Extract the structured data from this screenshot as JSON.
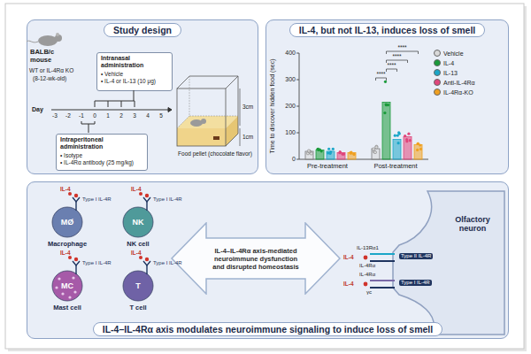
{
  "diagram": {
    "nodes": [
      {
        "text": [
          "Study design"
        ]
      },
      {
        "text": [
          "Intranasal administration",
          "• Vehicle",
          "• IL-4 or IL-13 (10 μg)"
        ],
        "in": 0
      },
      {
        "text": [
          "Intraperitoneal administration",
          "• Isotype",
          "• IL-4Rα antibody (25 mg/kg)"
        ],
        "in": 0
      },
      {
        "text": [
          "IL-4, but not IL-13, induces loss of smell"
        ]
      },
      {
        "text": [
          "IL-4–IL-4Rα axis modulates neuroimmune signaling to induce loss of smell"
        ]
      },
      {
        "text": [
          "MØ",
          "Macrophage"
        ],
        "in": 4
      },
      {
        "text": [
          "NK",
          "NK cell"
        ],
        "in": 4
      },
      {
        "text": [
          "MC",
          "Mast cell"
        ],
        "in": 4
      },
      {
        "text": [
          "T",
          "T cell"
        ],
        "in": 4
      },
      {
        "text": [
          "IL-4–IL-4Rα axis-mediated neuroimmune dysfunction and disrupted homeostasis"
        ],
        "in": 4
      },
      {
        "text": [
          "Olfactory neuron"
        ],
        "in": 4
      }
    ],
    "labels": [
      "BALB/c mouse",
      "WT or IL-4Rα KO",
      "(8-12-wk-old)",
      "Day",
      "-3",
      "-2",
      "-1",
      "0",
      "1",
      "2",
      "3",
      "4",
      "5",
      "1cm",
      "3cm",
      "Food pellet (chocolate flavor)",
      "400",
      "300",
      "200",
      "100",
      "0",
      "Time to discover hidden food (sec)",
      "****",
      "****",
      "****",
      "****",
      "Pre-treatment",
      "Post-treatment",
      "IL-4",
      "Type I IL-4R",
      "IL-4",
      "Type I IL-4R",
      "IL-4",
      "Type I IL-4R",
      "IL-4",
      "Type I IL-4R",
      "IL-4",
      "IL-13Rα1",
      "Type II IL-4R",
      "IL-4Rα",
      "IL-4",
      "IL-4Rα",
      "γc",
      "Type I IL-4R"
    ],
    "legend": [
      {
        "text": "Vehicle",
        "color": "#d9d9d9"
      },
      {
        "text": "IL-4",
        "color": "#1a9a3a"
      },
      {
        "text": "IL-13",
        "color": "#1aa6c8"
      },
      {
        "text": "Anti-IL-4Rα",
        "color": "#e0457b"
      },
      {
        "text": "IL-4Rα-KO",
        "color": "#f0a020"
      }
    ]
  }
}
